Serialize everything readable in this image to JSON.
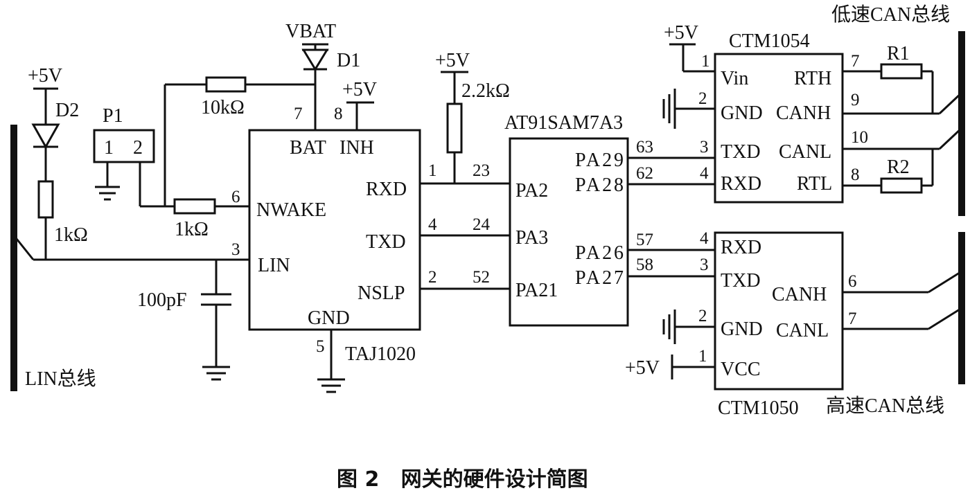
{
  "caption": "图 2   网关的硬件设计简图",
  "buses": {
    "lin": "LIN总线",
    "low_can": "低速CAN总线",
    "high_can": "高速CAN总线"
  },
  "power": {
    "d2_supply": "+5V",
    "vbat": "VBAT",
    "taj_supply": "+5V",
    "pullup_supply": "+5V",
    "ctm1054_supply": "+5V",
    "ctm1050_supply": "+5V"
  },
  "components": {
    "d1": "D1",
    "d2": "D2",
    "p1": "P1",
    "p1_pin1": "1",
    "p1_pin2": "2",
    "r_10k": "10kΩ",
    "r_1k_nwake": "1kΩ",
    "r_1k_lin": "1kΩ",
    "r_pullup": "2.2kΩ",
    "c_lin": "100pF",
    "r1": "R1",
    "r2": "R2"
  },
  "taj1020": {
    "name": "TAJ1020",
    "bat": "BAT",
    "inh": "INH",
    "nwake": "NWAKE",
    "lin": "LIN",
    "rxd": "RXD",
    "txd": "TXD",
    "nslp": "NSLP",
    "gnd": "GND",
    "pin_bat": "7",
    "pin_inh": "8",
    "pin_nwake": "6",
    "pin_lin": "3",
    "pin_rxd": "1",
    "pin_txd": "4",
    "pin_nslp": "2",
    "pin_gnd": "5"
  },
  "mcu": {
    "name": "AT91SAM7A3",
    "pa2": "PA2",
    "pa3": "PA3",
    "pa21": "PA21",
    "pa29": "PA29",
    "pa28": "PA28",
    "pa26": "PA26",
    "pa27": "PA27",
    "pin_pa2": "23",
    "pin_pa3": "24",
    "pin_pa21": "52",
    "pin_pa29": "63",
    "pin_pa28": "62",
    "pin_pa26": "57",
    "pin_pa27": "58"
  },
  "ctm1054": {
    "name": "CTM1054",
    "vin": "Vin",
    "gnd": "GND",
    "txd": "TXD",
    "rxd": "RXD",
    "rth": "RTH",
    "canh": "CANH",
    "canl": "CANL",
    "rtl": "RTL",
    "pin_vin": "1",
    "pin_gnd": "2",
    "pin_txd": "3",
    "pin_rxd": "4",
    "pin_rth": "7",
    "pin_canh": "9",
    "pin_canl": "10",
    "pin_rtl": "8"
  },
  "ctm1050": {
    "name": "CTM1050",
    "rxd": "RXD",
    "txd": "TXD",
    "gnd": "GND",
    "vcc": "VCC",
    "canh": "CANH",
    "canl": "CANL",
    "pin_rxd": "4",
    "pin_txd": "3",
    "pin_gnd": "2",
    "pin_vcc": "1",
    "pin_canh": "6",
    "pin_canl": "7"
  }
}
